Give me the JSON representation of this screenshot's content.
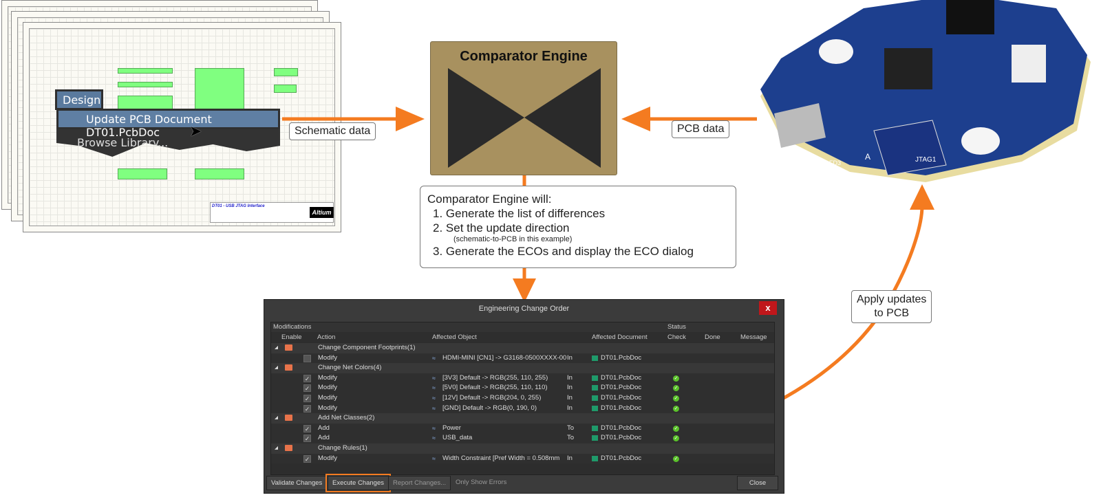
{
  "schematic": {
    "menu_design": "Design",
    "menu_update": "Update PCB Document DT01.PcbDoc",
    "menu_browse": "Browse Library...",
    "title_sheet": "DT01 - USB JTAG Interface",
    "brand": "Altium"
  },
  "arrows": {
    "schematic_label": "Schematic data",
    "pcb_label": "PCB data",
    "apply_label_1": "Apply updates",
    "apply_label_2": "to PCB"
  },
  "engine": {
    "title": "Comparator Engine"
  },
  "note": {
    "heading": "Comparator Engine will:",
    "steps": [
      "1.  Generate the list of differences",
      "2.  Set the update direction",
      "(schematic-to-PCB in this example)",
      "3.  Generate the ECOs and display the ECO dialog"
    ]
  },
  "pcb": {
    "labels": [
      "JTAG1",
      "FD3",
      "A"
    ]
  },
  "eco": {
    "title": "Engineering Change Order",
    "close": "x",
    "modifications": "Modifications",
    "status": "Status",
    "columns": [
      "Enable",
      "Action",
      "Affected Object",
      "Affected Document",
      "Check",
      "Done",
      "Message"
    ],
    "rows": [
      {
        "type": "group",
        "action": "Change Component Footprints(1)"
      },
      {
        "type": "item",
        "enabled": false,
        "action": "Modify",
        "object": "HDMI-MINI [CN1] -> G3168-0500XXXX-00",
        "dir": "In",
        "doc": "DT01.PcbDoc",
        "check": false
      },
      {
        "type": "group",
        "action": "Change Net Colors(4)"
      },
      {
        "type": "item",
        "enabled": true,
        "action": "Modify",
        "object": "[3V3] Default -> RGB(255, 110, 255)",
        "dir": "In",
        "doc": "DT01.PcbDoc",
        "check": true
      },
      {
        "type": "item",
        "enabled": true,
        "action": "Modify",
        "object": "[5V0] Default -> RGB(255, 110, 110)",
        "dir": "In",
        "doc": "DT01.PcbDoc",
        "check": true
      },
      {
        "type": "item",
        "enabled": true,
        "action": "Modify",
        "object": "[12V] Default -> RGB(204, 0, 255)",
        "dir": "In",
        "doc": "DT01.PcbDoc",
        "check": true
      },
      {
        "type": "item",
        "enabled": true,
        "action": "Modify",
        "object": "[GND] Default -> RGB(0, 190, 0)",
        "dir": "In",
        "doc": "DT01.PcbDoc",
        "check": true
      },
      {
        "type": "group",
        "action": "Add Net Classes(2)"
      },
      {
        "type": "item",
        "enabled": true,
        "action": "Add",
        "object": "Power",
        "dir": "To",
        "doc": "DT01.PcbDoc",
        "check": true
      },
      {
        "type": "item",
        "enabled": true,
        "action": "Add",
        "object": "USB_data",
        "dir": "To",
        "doc": "DT01.PcbDoc",
        "check": true
      },
      {
        "type": "group",
        "action": "Change Rules(1)"
      },
      {
        "type": "item",
        "enabled": true,
        "action": "Modify",
        "object": "Width Constraint [Pref Width = 0.508mm",
        "dir": "In",
        "doc": "DT01.PcbDoc",
        "check": true
      }
    ],
    "buttons": {
      "validate": "Validate Changes",
      "execute": "Execute Changes",
      "report": "Report Changes...",
      "only_errors": "Only Show Errors",
      "close": "Close"
    }
  },
  "colors": {
    "accent": "#f47b20",
    "engine": "#a8915f",
    "dialog": "#3b3b3b"
  }
}
